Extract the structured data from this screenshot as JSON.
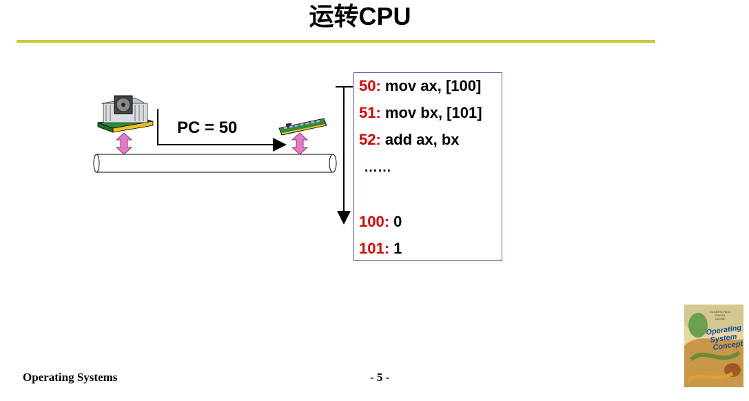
{
  "title": "运转CPU",
  "pc_label": "PC = 50",
  "memory": {
    "rows": [
      {
        "addr": "50:",
        "content": "mov ax, [100]"
      },
      {
        "addr": "51:",
        "content": "mov bx, [101]"
      },
      {
        "addr": "52:",
        "content": "add ax, bx"
      },
      {
        "addr": "100:",
        "content": "0"
      },
      {
        "addr": "101:",
        "content": "1"
      }
    ],
    "ellipsis": "……"
  },
  "footer": {
    "left": "Operating Systems",
    "page": "- 5 -"
  },
  "book_cover": {
    "title_line1": "Operating",
    "title_line2": "System",
    "title_line3": "Concepts"
  },
  "icons": {
    "cpu": "cpu-chip-icon",
    "memory": "memory-module-icon"
  },
  "colors": {
    "title_rule": "#c8c83c",
    "address": "#e00000",
    "bus_arrow": "#e87ac8",
    "memory_border": "#5050a0"
  }
}
